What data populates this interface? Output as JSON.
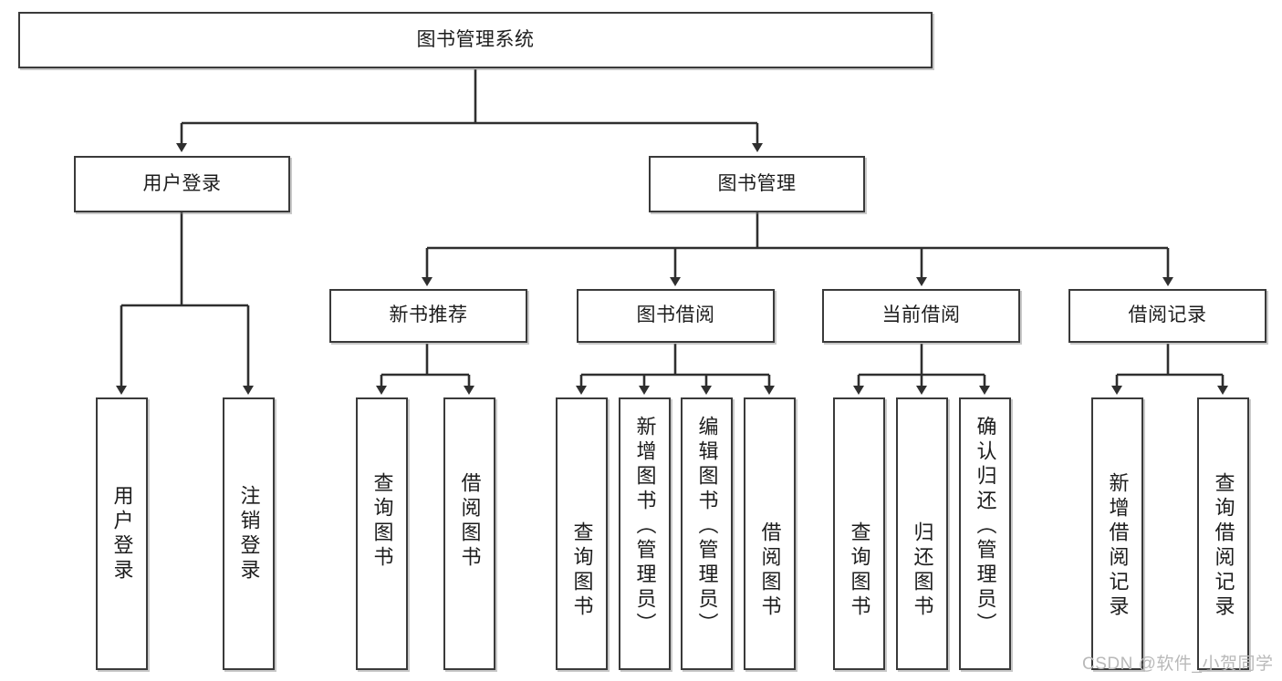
{
  "diagram": {
    "title": "图书管理系统",
    "stroke_color": "#3a3a3a",
    "text_color": "#1d1d1d",
    "background_color": "#ffffff",
    "watermark": "CSDN @软件_小贺同学"
  },
  "nodes": {
    "root": {
      "label": "图书管理系统"
    },
    "level2": [
      {
        "label": "用户登录"
      },
      {
        "label": "图书管理"
      }
    ],
    "level3": [
      {
        "label": "新书推荐"
      },
      {
        "label": "图书借阅"
      },
      {
        "label": "当前借阅"
      },
      {
        "label": "借阅记录"
      }
    ],
    "leaves": {
      "user_login": [
        {
          "label": "用户登录"
        },
        {
          "label": "注销登录"
        }
      ],
      "new_book_recommend": [
        {
          "label": "查询图书"
        },
        {
          "label": "借阅图书"
        }
      ],
      "book_borrow": [
        {
          "label": "查询图书"
        },
        {
          "label": "新增图书（管理员）"
        },
        {
          "label": "编辑图书（管理员）"
        },
        {
          "label": "借阅图书"
        }
      ],
      "current_borrow": [
        {
          "label": "查询图书"
        },
        {
          "label": "归还图书"
        },
        {
          "label": "确认归还（管理员）"
        }
      ],
      "borrow_records": [
        {
          "label": "新增借阅记录"
        },
        {
          "label": "查询借阅记录"
        }
      ]
    }
  }
}
